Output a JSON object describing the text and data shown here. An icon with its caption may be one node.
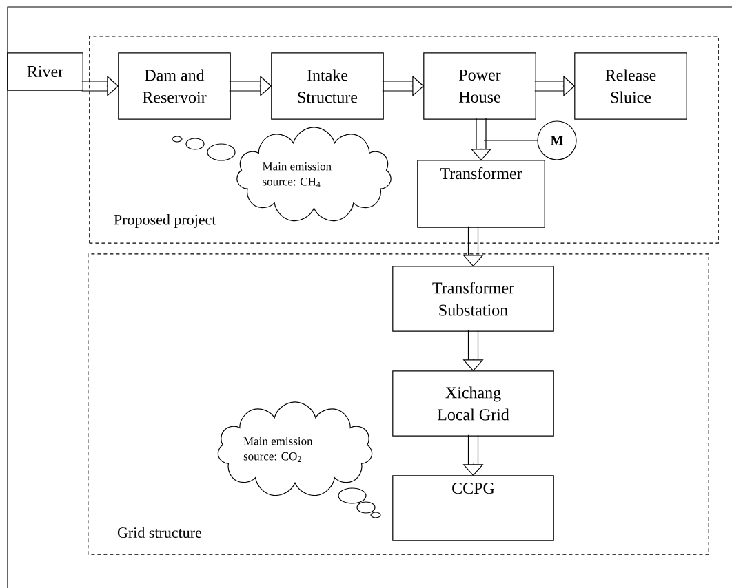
{
  "diagram": {
    "nodes": [
      {
        "text": [
          "River"
        ]
      },
      {
        "text": [
          "Proposed project"
        ]
      },
      {
        "text": [
          "Dam and Reservoir"
        ],
        "in": 1
      },
      {
        "text": [
          "Intake Structure"
        ],
        "in": 1
      },
      {
        "text": [
          "Power House"
        ],
        "in": 1
      },
      {
        "text": [
          "Release Sluice"
        ],
        "in": 1
      },
      {
        "text": [
          "M"
        ],
        "in": 1
      },
      {
        "text": [
          "Main emission source: CH$_{4}$"
        ],
        "in": 1
      },
      {
        "text": [
          "Transformer"
        ],
        "in": 1
      },
      {
        "text": [
          "Grid structure"
        ]
      },
      {
        "text": [
          "Transformer Substation"
        ],
        "in": 9
      },
      {
        "text": [
          "Xichang Local Grid"
        ],
        "in": 9
      },
      {
        "text": [
          "Main emission source: CO$_{2}$"
        ],
        "in": 9
      },
      {
        "text": [
          "CCPG"
        ],
        "in": 9
      }
    ],
    "edges": [
      {
        "from": 0,
        "to": 2,
        "arrow": "to"
      },
      {
        "from": 2,
        "to": 3,
        "arrow": "to"
      },
      {
        "from": 3,
        "to": 4,
        "arrow": "to"
      },
      {
        "from": 4,
        "to": 5,
        "arrow": "to"
      },
      {
        "from": 4,
        "to": 8,
        "arrow": "to"
      },
      {
        "from": 6,
        "to": null,
        "arrow": "none"
      },
      {
        "from": 8,
        "to": 10,
        "arrow": "to"
      },
      {
        "from": 10,
        "to": 11,
        "arrow": "to"
      },
      {
        "from": 11,
        "to": 13,
        "arrow": "to"
      }
    ]
  }
}
